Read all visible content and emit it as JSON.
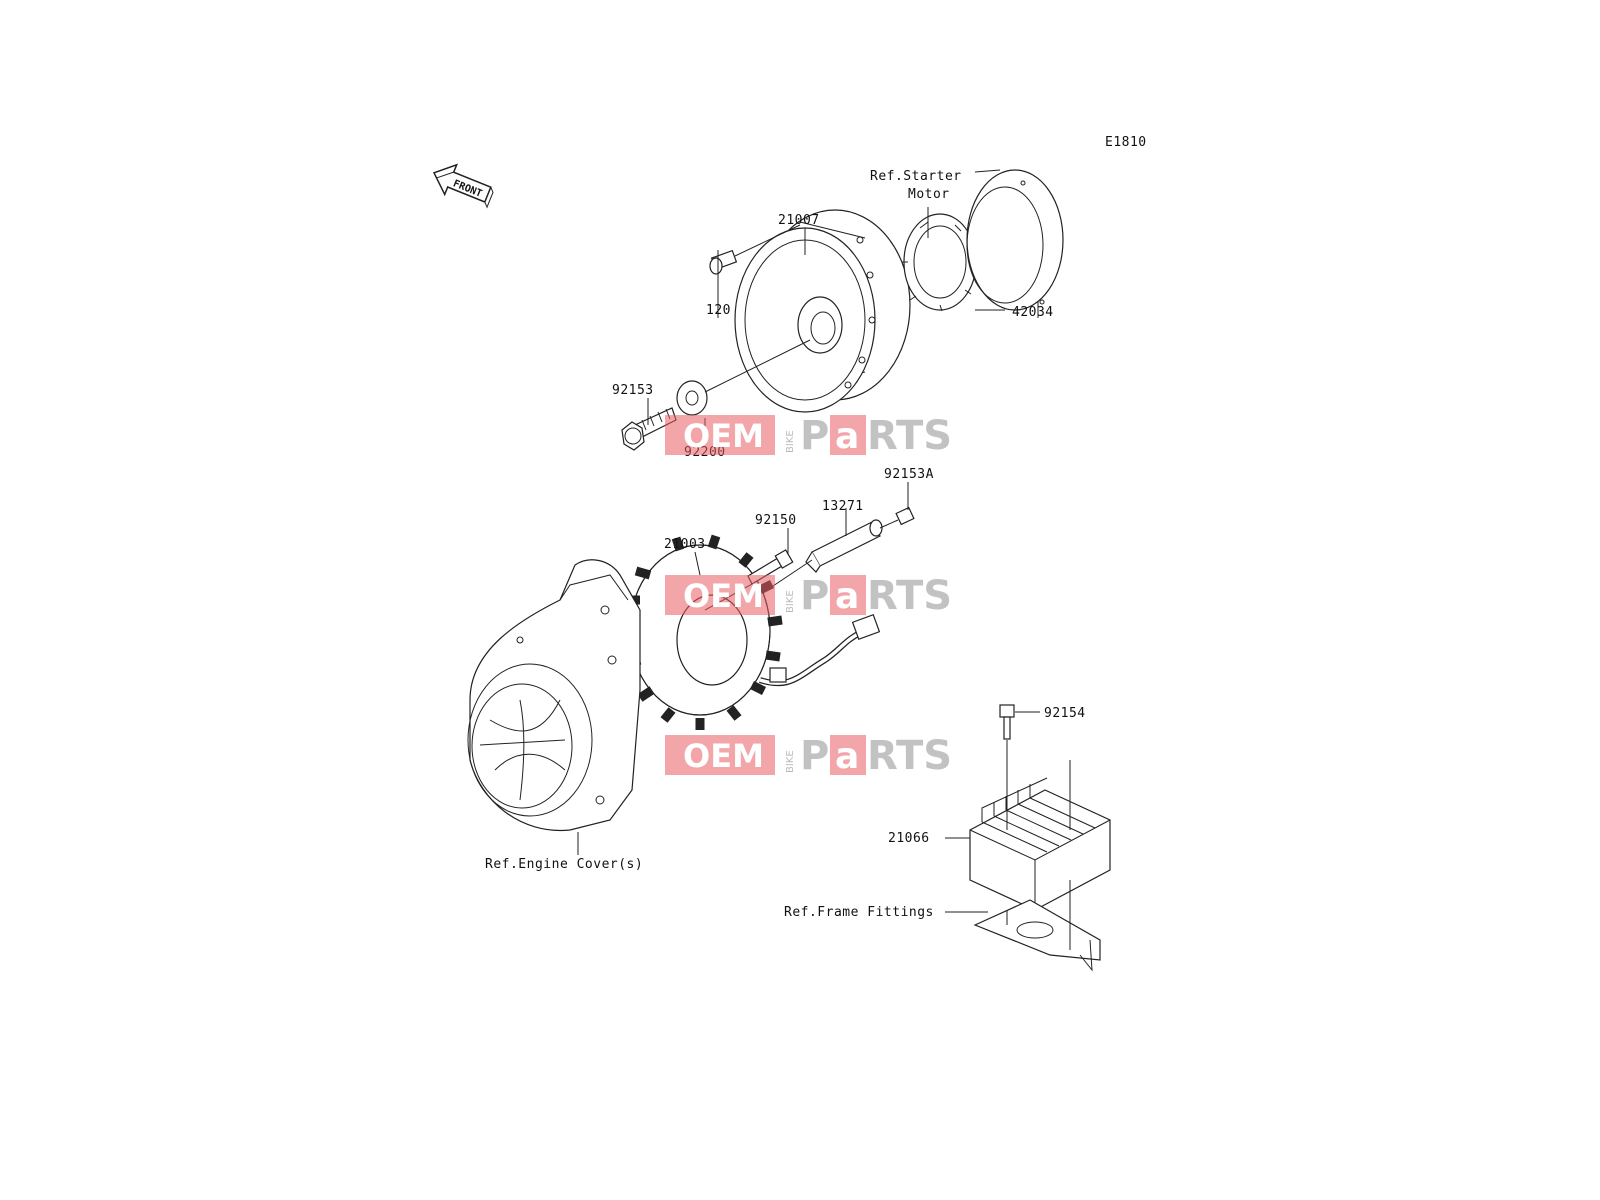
{
  "diagram": {
    "code": "E1810",
    "front_label": "FRONT",
    "parts": {
      "p21007": "21007",
      "p120": "120",
      "p92153": "92153",
      "p92200": "92200",
      "p42034": "42034",
      "p92153a": "92153A",
      "p13271": "13271",
      "p92150": "92150",
      "p21003": "21003",
      "p92154": "92154",
      "p21066": "21066"
    },
    "refs": {
      "starter_line1": "Ref.Starter",
      "starter_line2": "Motor",
      "engine_cover": "Ref.Engine Cover(s)",
      "frame_fittings": "Ref.Frame Fittings"
    }
  },
  "watermark": {
    "left": "OEM",
    "middle": "BIKE",
    "right_a": "P",
    "right_b": "a",
    "right_c": "RTS",
    "color": "#e85c64"
  }
}
